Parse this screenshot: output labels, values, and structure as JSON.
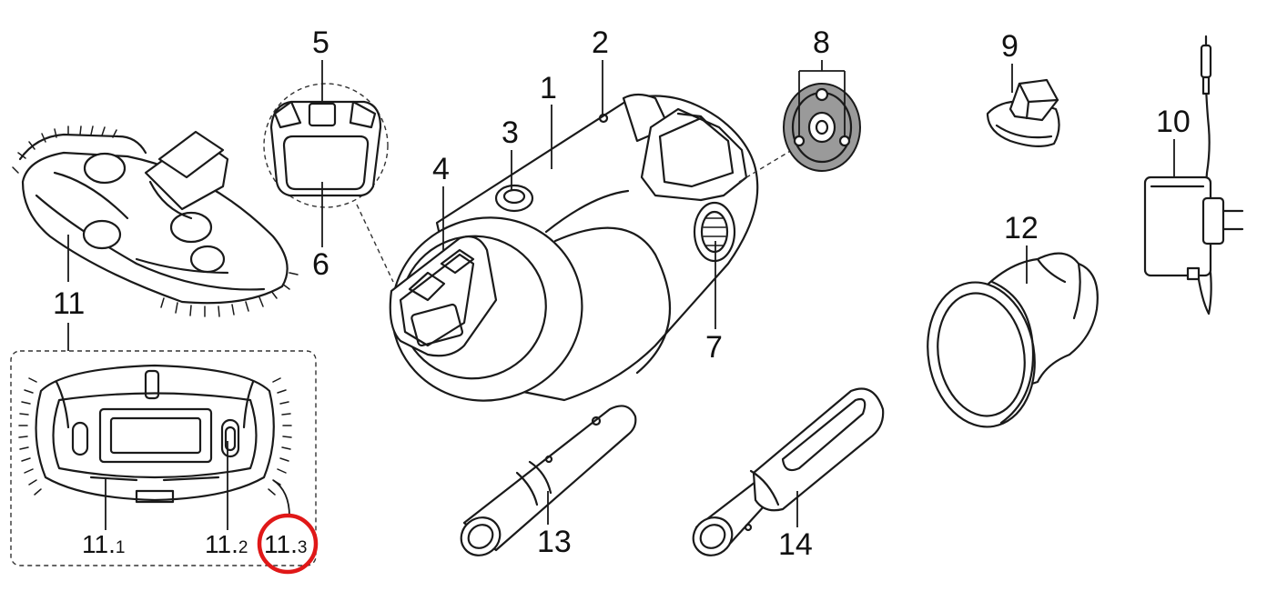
{
  "labels": {
    "p1": "1",
    "p2": "2",
    "p3": "3",
    "p4": "4",
    "p5": "5",
    "p6": "6",
    "p7": "7",
    "p8": "8",
    "p9": "9",
    "p10": "10",
    "p11": "11",
    "p12": "12",
    "p13": "13",
    "p14": "14",
    "p11_1_main": "11.",
    "p11_1_sub": "1",
    "p11_2_main": "11.",
    "p11_2_sub": "2",
    "p11_3_main": "11.",
    "p11_3_sub": "3"
  },
  "highlight": {
    "target": "11.3",
    "color": "#e01818"
  }
}
